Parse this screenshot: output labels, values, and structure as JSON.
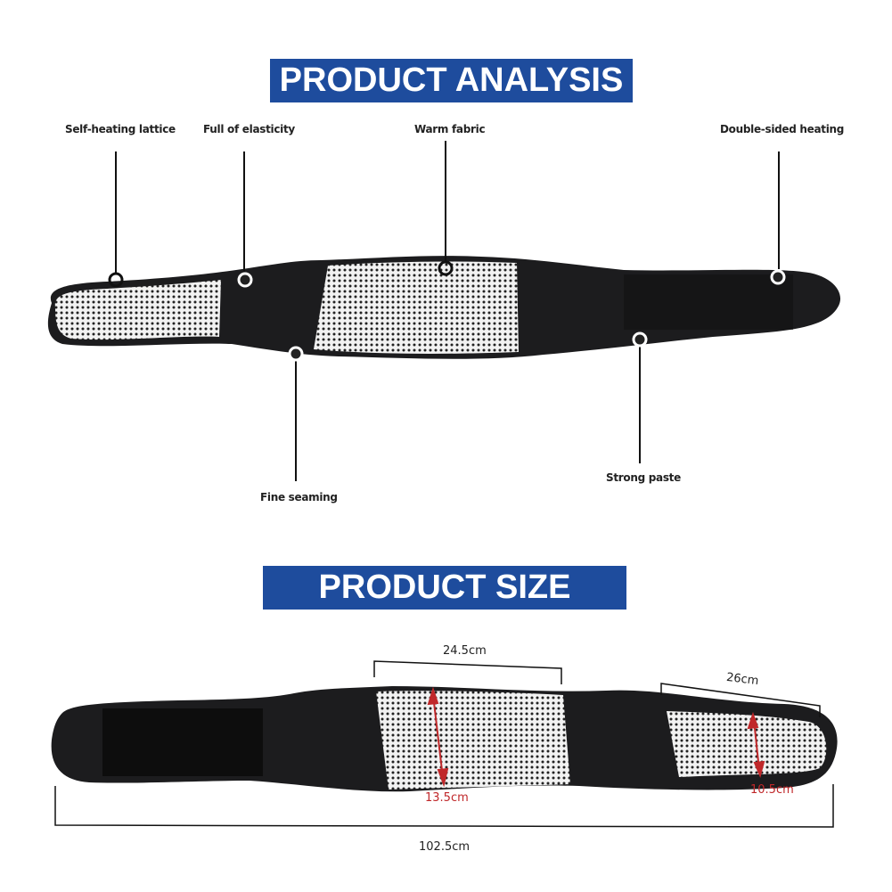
{
  "sections": {
    "analysis": {
      "title": "PRODUCT ANALYSIS",
      "callouts": [
        {
          "label": "Self-heating lattice"
        },
        {
          "label": "Full of elasticity"
        },
        {
          "label": "Warm fabric"
        },
        {
          "label": "Double-sided heating"
        },
        {
          "label": "Fine seaming"
        },
        {
          "label": "Strong paste"
        }
      ]
    },
    "size": {
      "title": "PRODUCT SIZE",
      "dimensions": {
        "center_pad_width": "24.5cm",
        "center_pad_height": "13.5cm",
        "end_pad_width": "26cm",
        "end_pad_height": "10.5cm",
        "total_length": "102.5cm"
      }
    }
  },
  "colors": {
    "banner_bg": "#1e4c9d",
    "banner_text": "#ffffff",
    "dimension_red": "#c0282a",
    "belt": "#1c1c1e"
  }
}
